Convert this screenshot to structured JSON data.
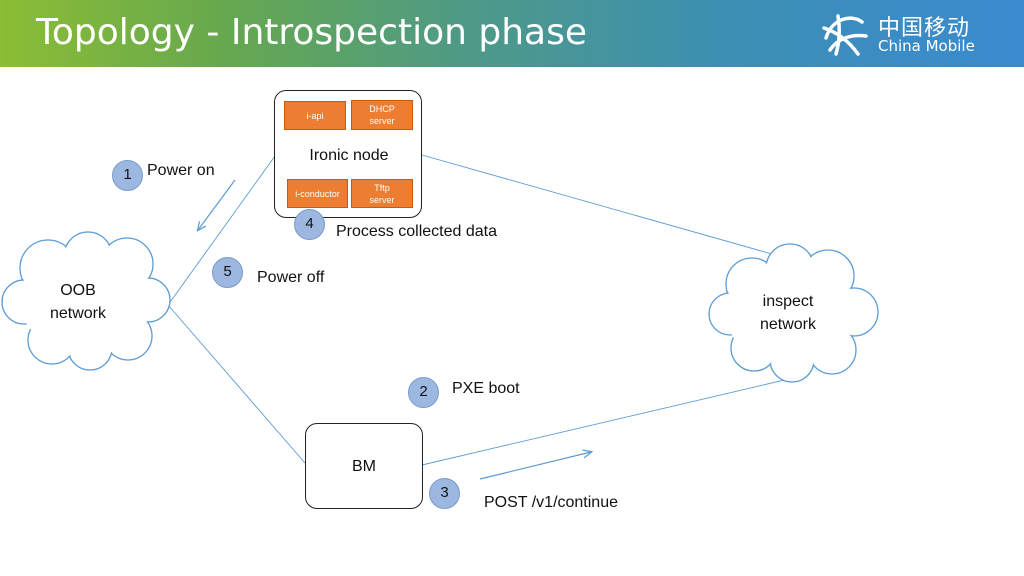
{
  "slide": {
    "title": "Topology - Introspection phase"
  },
  "logo": {
    "name_cn": "中国移动",
    "name_en": "China Mobile"
  },
  "ironic": {
    "title": "Ironic node",
    "components": [
      "i-api",
      "DHCP server",
      "i-conductor",
      "Tftp server"
    ]
  },
  "bm": {
    "title": "BM"
  },
  "oob": {
    "line1": "OOB",
    "line2": "network"
  },
  "inspect": {
    "line1": "inspect",
    "line2": "network"
  },
  "steps": [
    {
      "num": "1",
      "label": "Power on"
    },
    {
      "num": "2",
      "label": "PXE boot"
    },
    {
      "num": "3",
      "label": "POST /v1/continue"
    },
    {
      "num": "4",
      "label": "Process collected data"
    },
    {
      "num": "5",
      "label": "Power off"
    }
  ],
  "colors": {
    "component": "#ed7d31",
    "step_badge": "#9db8e0",
    "connector": "#5b9bd5"
  }
}
